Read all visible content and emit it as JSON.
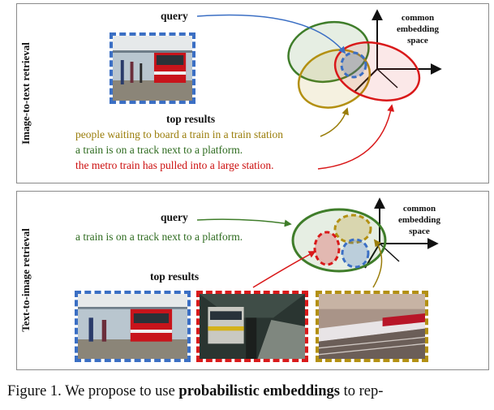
{
  "top_panel": {
    "side_label": "Image-to-text retrieval",
    "query_label": "query",
    "top_results_label": "top results",
    "results": [
      {
        "text": "people waiting to board a train in a train station",
        "color": "#9a7d0a"
      },
      {
        "text": "a train is on a track next to a platform.",
        "color": "#2e6b1f"
      },
      {
        "text": "the metro train has pulled into a large station.",
        "color": "#cc0e0e"
      }
    ],
    "space_label": [
      "common",
      "embedding",
      "space"
    ]
  },
  "bottom_panel": {
    "side_label": "Text-to-image retrieval",
    "query_label": "query",
    "query_text": "a train is on a track next to a platform.",
    "top_results_label": "top results",
    "space_label": [
      "common",
      "embedding",
      "space"
    ]
  },
  "colors": {
    "blue": "#3b6fc4",
    "green": "#3f7d2a",
    "gold": "#b39012",
    "red": "#d9191a"
  },
  "caption": {
    "prefix": "Figure 1. We propose to use ",
    "bold": "probabilistic embeddings",
    "suffix": " to rep-"
  }
}
